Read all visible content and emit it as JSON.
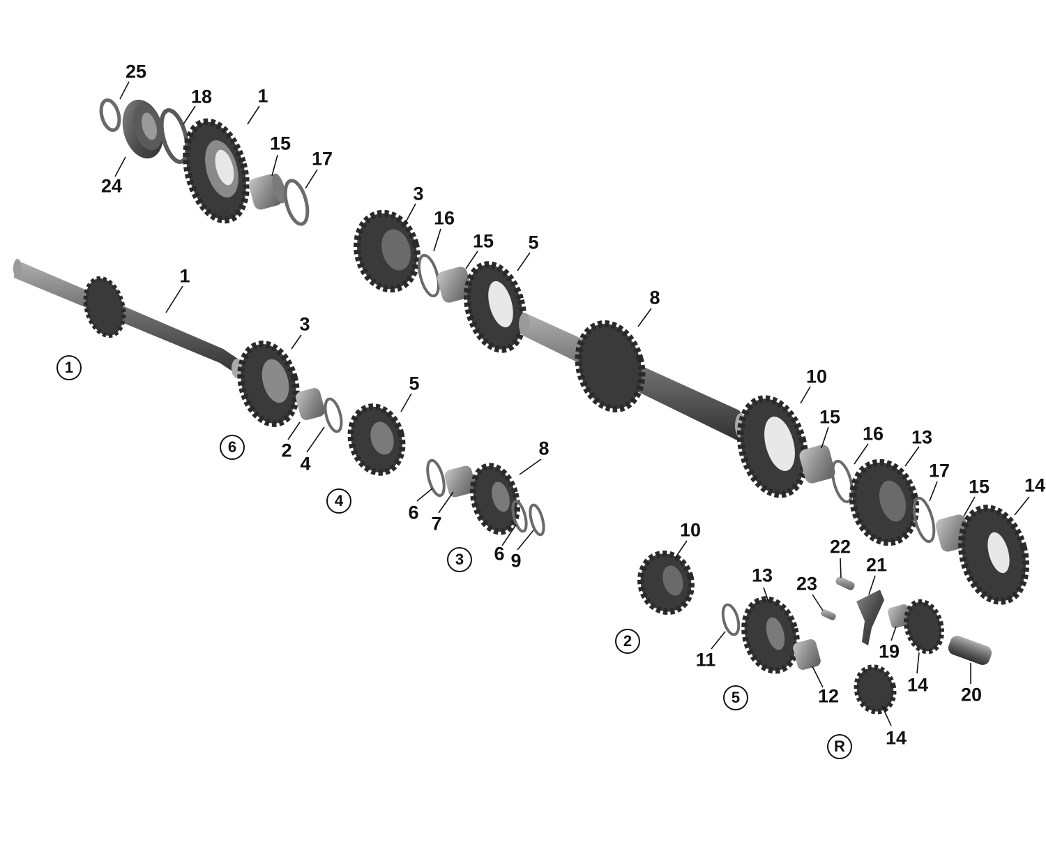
{
  "callouts": [
    {
      "id": "c-25",
      "text": "25"
    },
    {
      "id": "c-18",
      "text": "18"
    },
    {
      "id": "c-1a",
      "text": "1"
    },
    {
      "id": "c-15a",
      "text": "15"
    },
    {
      "id": "c-17a",
      "text": "17"
    },
    {
      "id": "c-24",
      "text": "24"
    },
    {
      "id": "c-3a",
      "text": "3"
    },
    {
      "id": "c-16a",
      "text": "16"
    },
    {
      "id": "c-15b",
      "text": "15"
    },
    {
      "id": "c-5a",
      "text": "5"
    },
    {
      "id": "c-1b",
      "text": "1"
    },
    {
      "id": "c-8a",
      "text": "8"
    },
    {
      "id": "c-3b",
      "text": "3"
    },
    {
      "id": "c-5b",
      "text": "5"
    },
    {
      "id": "c-2",
      "text": "2"
    },
    {
      "id": "c-4",
      "text": "4"
    },
    {
      "id": "c-8b",
      "text": "8"
    },
    {
      "id": "c-6a",
      "text": "6"
    },
    {
      "id": "c-7",
      "text": "7"
    },
    {
      "id": "c-6b",
      "text": "6"
    },
    {
      "id": "c-9",
      "text": "9"
    },
    {
      "id": "c-10a",
      "text": "10"
    },
    {
      "id": "c-15c",
      "text": "15"
    },
    {
      "id": "c-16b",
      "text": "16"
    },
    {
      "id": "c-13a",
      "text": "13"
    },
    {
      "id": "c-17b",
      "text": "17"
    },
    {
      "id": "c-15d",
      "text": "15"
    },
    {
      "id": "c-14a",
      "text": "14"
    },
    {
      "id": "c-10b",
      "text": "10"
    },
    {
      "id": "c-22",
      "text": "22"
    },
    {
      "id": "c-21",
      "text": "21"
    },
    {
      "id": "c-13b",
      "text": "13"
    },
    {
      "id": "c-23",
      "text": "23"
    },
    {
      "id": "c-19",
      "text": "19"
    },
    {
      "id": "c-14b",
      "text": "14"
    },
    {
      "id": "c-11",
      "text": "11"
    },
    {
      "id": "c-12",
      "text": "12"
    },
    {
      "id": "c-20",
      "text": "20"
    },
    {
      "id": "c-14c",
      "text": "14"
    }
  ],
  "gear_markers": [
    {
      "id": "g-1",
      "text": "1"
    },
    {
      "id": "g-6",
      "text": "6"
    },
    {
      "id": "g-4",
      "text": "4"
    },
    {
      "id": "g-3",
      "text": "3"
    },
    {
      "id": "g-2",
      "text": "2"
    },
    {
      "id": "g-5",
      "text": "5"
    },
    {
      "id": "g-r",
      "text": "R"
    }
  ],
  "colors": {
    "part_dark": "#3a3a3a",
    "part_mid": "#6a6a6a",
    "part_light": "#9a9a9a",
    "ink": "#111111"
  }
}
